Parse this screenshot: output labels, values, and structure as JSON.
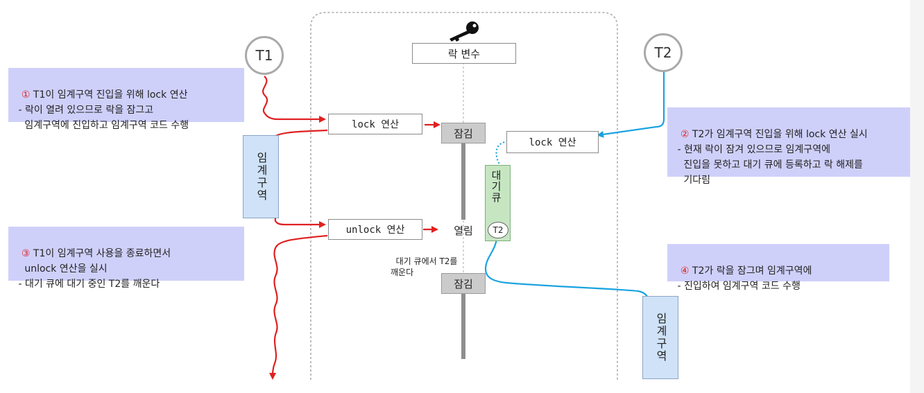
{
  "lock_variable": {
    "label": "락 변수"
  },
  "threads": {
    "t1": "T1",
    "t2": "T2"
  },
  "ops": {
    "lock_left": "lock 연산",
    "lock_right": "lock 연산",
    "unlock": "unlock 연산"
  },
  "states": {
    "locked_top": "잠김",
    "open": "열림",
    "locked_bottom": "잠김"
  },
  "critical_left": "임계구역",
  "critical_right": "임계구역",
  "queue": {
    "label": "대기큐",
    "waiting": "T2"
  },
  "wake_note": "대기 큐에서 T2를\n깨운다",
  "notes": {
    "n1": {
      "num": "①",
      "text": " T1이 임계구역 진입을 위해 lock 연산\n - 락이 열려 있으므로 락을 잠그고\n   임계구역에 진입하고 임계구역 코드 수행"
    },
    "n2": {
      "num": "②",
      "text": " T2가 임계구역 진입을 위해 lock 연산 실시\n - 현재 락이 잠겨 있으므로 임계구역에\n   진입을 못하고 대기 큐에 등록하고 락 해제를\n   기다림"
    },
    "n3": {
      "num": "③",
      "text": " T1이 임계구역 사용을 종료하면서\n   unlock 연산을 실시\n - 대기 큐에 대기 중인 T2를 깨운다"
    },
    "n4": {
      "num": "④",
      "text": " T2가 락을 잠그며 임계구역에\n - 진입하여 임계구역 코드 수행"
    }
  },
  "colors": {
    "t1_path": "#e02020",
    "t2_path": "#1aa3e0",
    "note_bg": "#cfd0fa"
  }
}
